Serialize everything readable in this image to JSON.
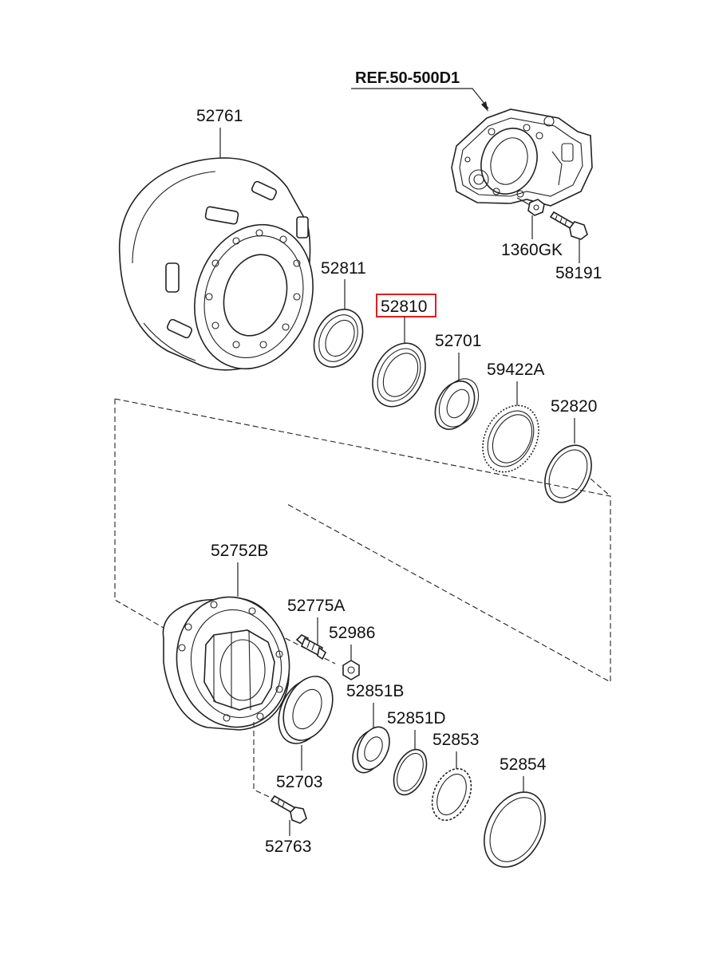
{
  "diagram": {
    "reference_label": "REF.50-500D1",
    "highlighted_part": "52810",
    "highlight_color": "#e02020",
    "line_color": "#222222",
    "parts": [
      {
        "id": "brake_drum",
        "number": "52761"
      },
      {
        "id": "backing_plate_nut",
        "number": "1360GK"
      },
      {
        "id": "backing_plate_bolt",
        "number": "58191"
      },
      {
        "id": "oil_seal_outer",
        "number": "52811"
      },
      {
        "id": "oil_seal_highlighted",
        "number": "52810"
      },
      {
        "id": "bearing_inner",
        "number": "52701"
      },
      {
        "id": "sensor_ring",
        "number": "59422A"
      },
      {
        "id": "spacer_ring",
        "number": "52820"
      },
      {
        "id": "hub",
        "number": "52752B"
      },
      {
        "id": "hub_bolt",
        "number": "52775A"
      },
      {
        "id": "hub_nut",
        "number": "52986"
      },
      {
        "id": "bearing_outer",
        "number": "52703"
      },
      {
        "id": "hub_screw",
        "number": "52763"
      },
      {
        "id": "bearing_small",
        "number": "52851B"
      },
      {
        "id": "washer",
        "number": "52851D"
      },
      {
        "id": "needle_bearing",
        "number": "52853"
      },
      {
        "id": "seal_ring",
        "number": "52854"
      }
    ]
  }
}
